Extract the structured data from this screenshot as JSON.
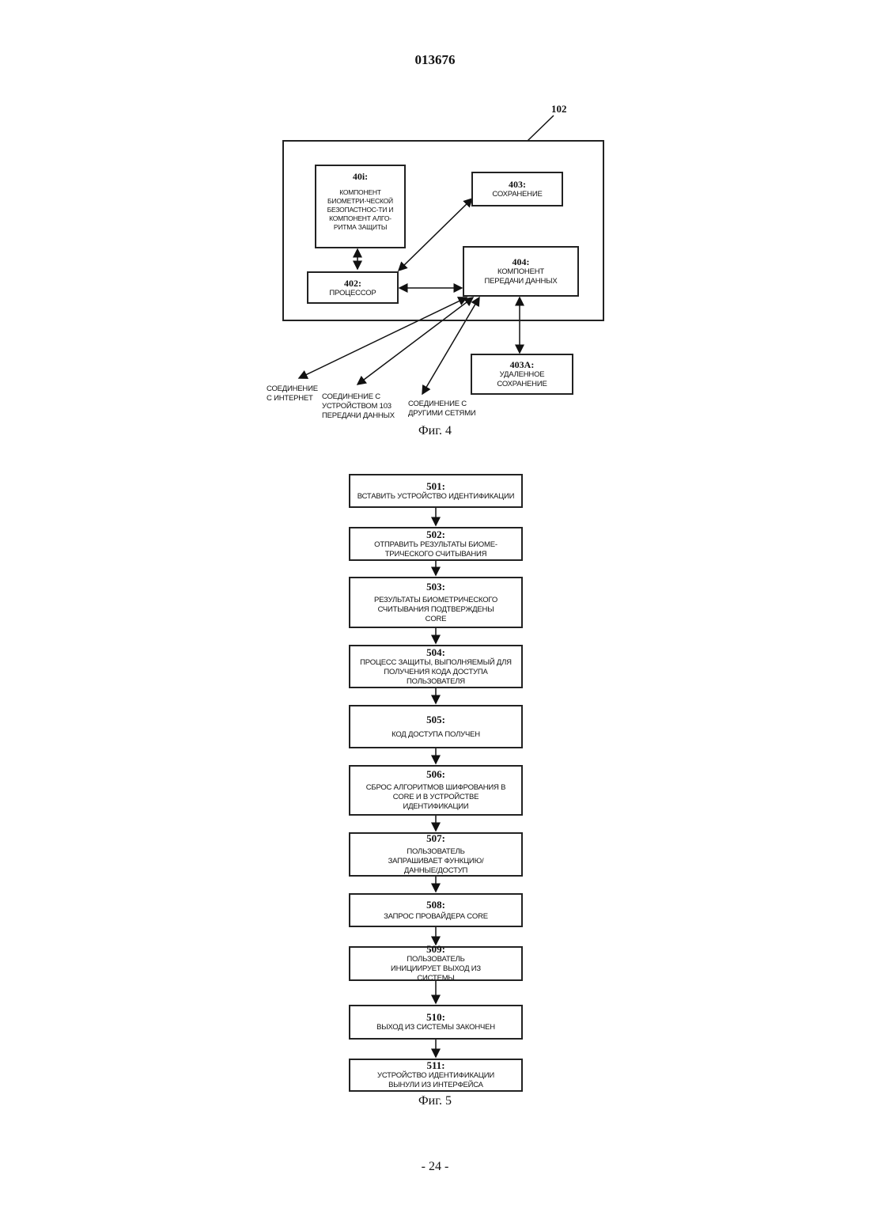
{
  "page": {
    "doc_number": "013676",
    "page_number": "- 24 -"
  },
  "fig4": {
    "caption": "Фиг. 4",
    "device_ref": "102",
    "blocks": {
      "biometric": {
        "num": "40i:",
        "text": "КОМПОНЕНТ БИОМЕТРИ-ЧЕСКОЙ БЕЗОПАСТНОС-ТИ И КОМПОНЕНТ АЛГО-РИТМА ЗАЩИТЫ"
      },
      "storage": {
        "num": "403:",
        "text": "СОХРАНЕНИЕ"
      },
      "processor": {
        "num": "402:",
        "text": "ПРОЦЕССОР"
      },
      "transfer": {
        "num": "404:",
        "text": "КОМПОНЕНТ ПЕРЕДАЧИ ДАННЫХ"
      },
      "remote": {
        "num": "403А:",
        "text": "УДАЛЕННОЕ СОХРАНЕНИЕ"
      }
    },
    "connections": {
      "internet": "СОЕДИНЕНИЕ С ИНТЕРНЕТ",
      "device": "СОЕДИНЕНИЕ С УСТРОЙСТВОМ 103 ПЕРЕДАЧИ ДАННЫХ",
      "networks": "СОЕДИНЕНИЕ С ДРУГИМИ СЕТЯМИ"
    }
  },
  "fig5": {
    "caption": "Фиг. 5",
    "steps": [
      {
        "num": "501:",
        "text": "ВСТАВИТЬ УСТРОЙСТВО ИДЕНТИФИКАЦИИ"
      },
      {
        "num": "502:",
        "text": "ОТПРАВИТЬ РЕЗУЛЬТАТЫ БИОМЕ-ТРИЧЕСКОГО СЧИТЫВАНИЯ"
      },
      {
        "num": "503:",
        "text": "РЕЗУЛЬТАТЫ БИОМЕТРИЧЕСКОГО СЧИТЫВАНИЯ ПОДТВЕРЖДЕНЫ CORE"
      },
      {
        "num": "504:",
        "text": "ПРОЦЕСС ЗАЩИТЫ, ВЫПОЛНЯЕМЫЙ ДЛЯ ПОЛУЧЕНИЯ КОДА ДОСТУПА ПОЛЬЗОВАТЕЛЯ"
      },
      {
        "num": "505:",
        "text": "КОД ДОСТУПА ПОЛУЧЕН"
      },
      {
        "num": "506:",
        "text": "СБРОС АЛГОРИТМОВ ШИФРОВАНИЯ В CORE И В УСТРОЙСТВЕ ИДЕНТИФИКАЦИИ"
      },
      {
        "num": "507:",
        "text": "ПОЛЬЗОВАТЕЛЬ ЗАПРАШИВАЕТ ФУНКЦИЮ/ДАННЫЕ/ДОСТУП"
      },
      {
        "num": "508:",
        "text": "ЗАПРОС ПРОВАЙДЕРА CORE"
      },
      {
        "num": "509:",
        "text": "ПОЛЬЗОВАТЕЛЬ ИНИЦИИРУЕТ ВЫХОД ИЗ СИСТЕМЫ"
      },
      {
        "num": "510:",
        "text": "ВЫХОД ИЗ СИСТЕМЫ ЗАКОНЧЕН"
      },
      {
        "num": "511:",
        "text": "УСТРОЙСТВО ИДЕНТИФИКАЦИИ ВЫНУЛИ ИЗ ИНТЕРФЕЙСА"
      }
    ]
  }
}
